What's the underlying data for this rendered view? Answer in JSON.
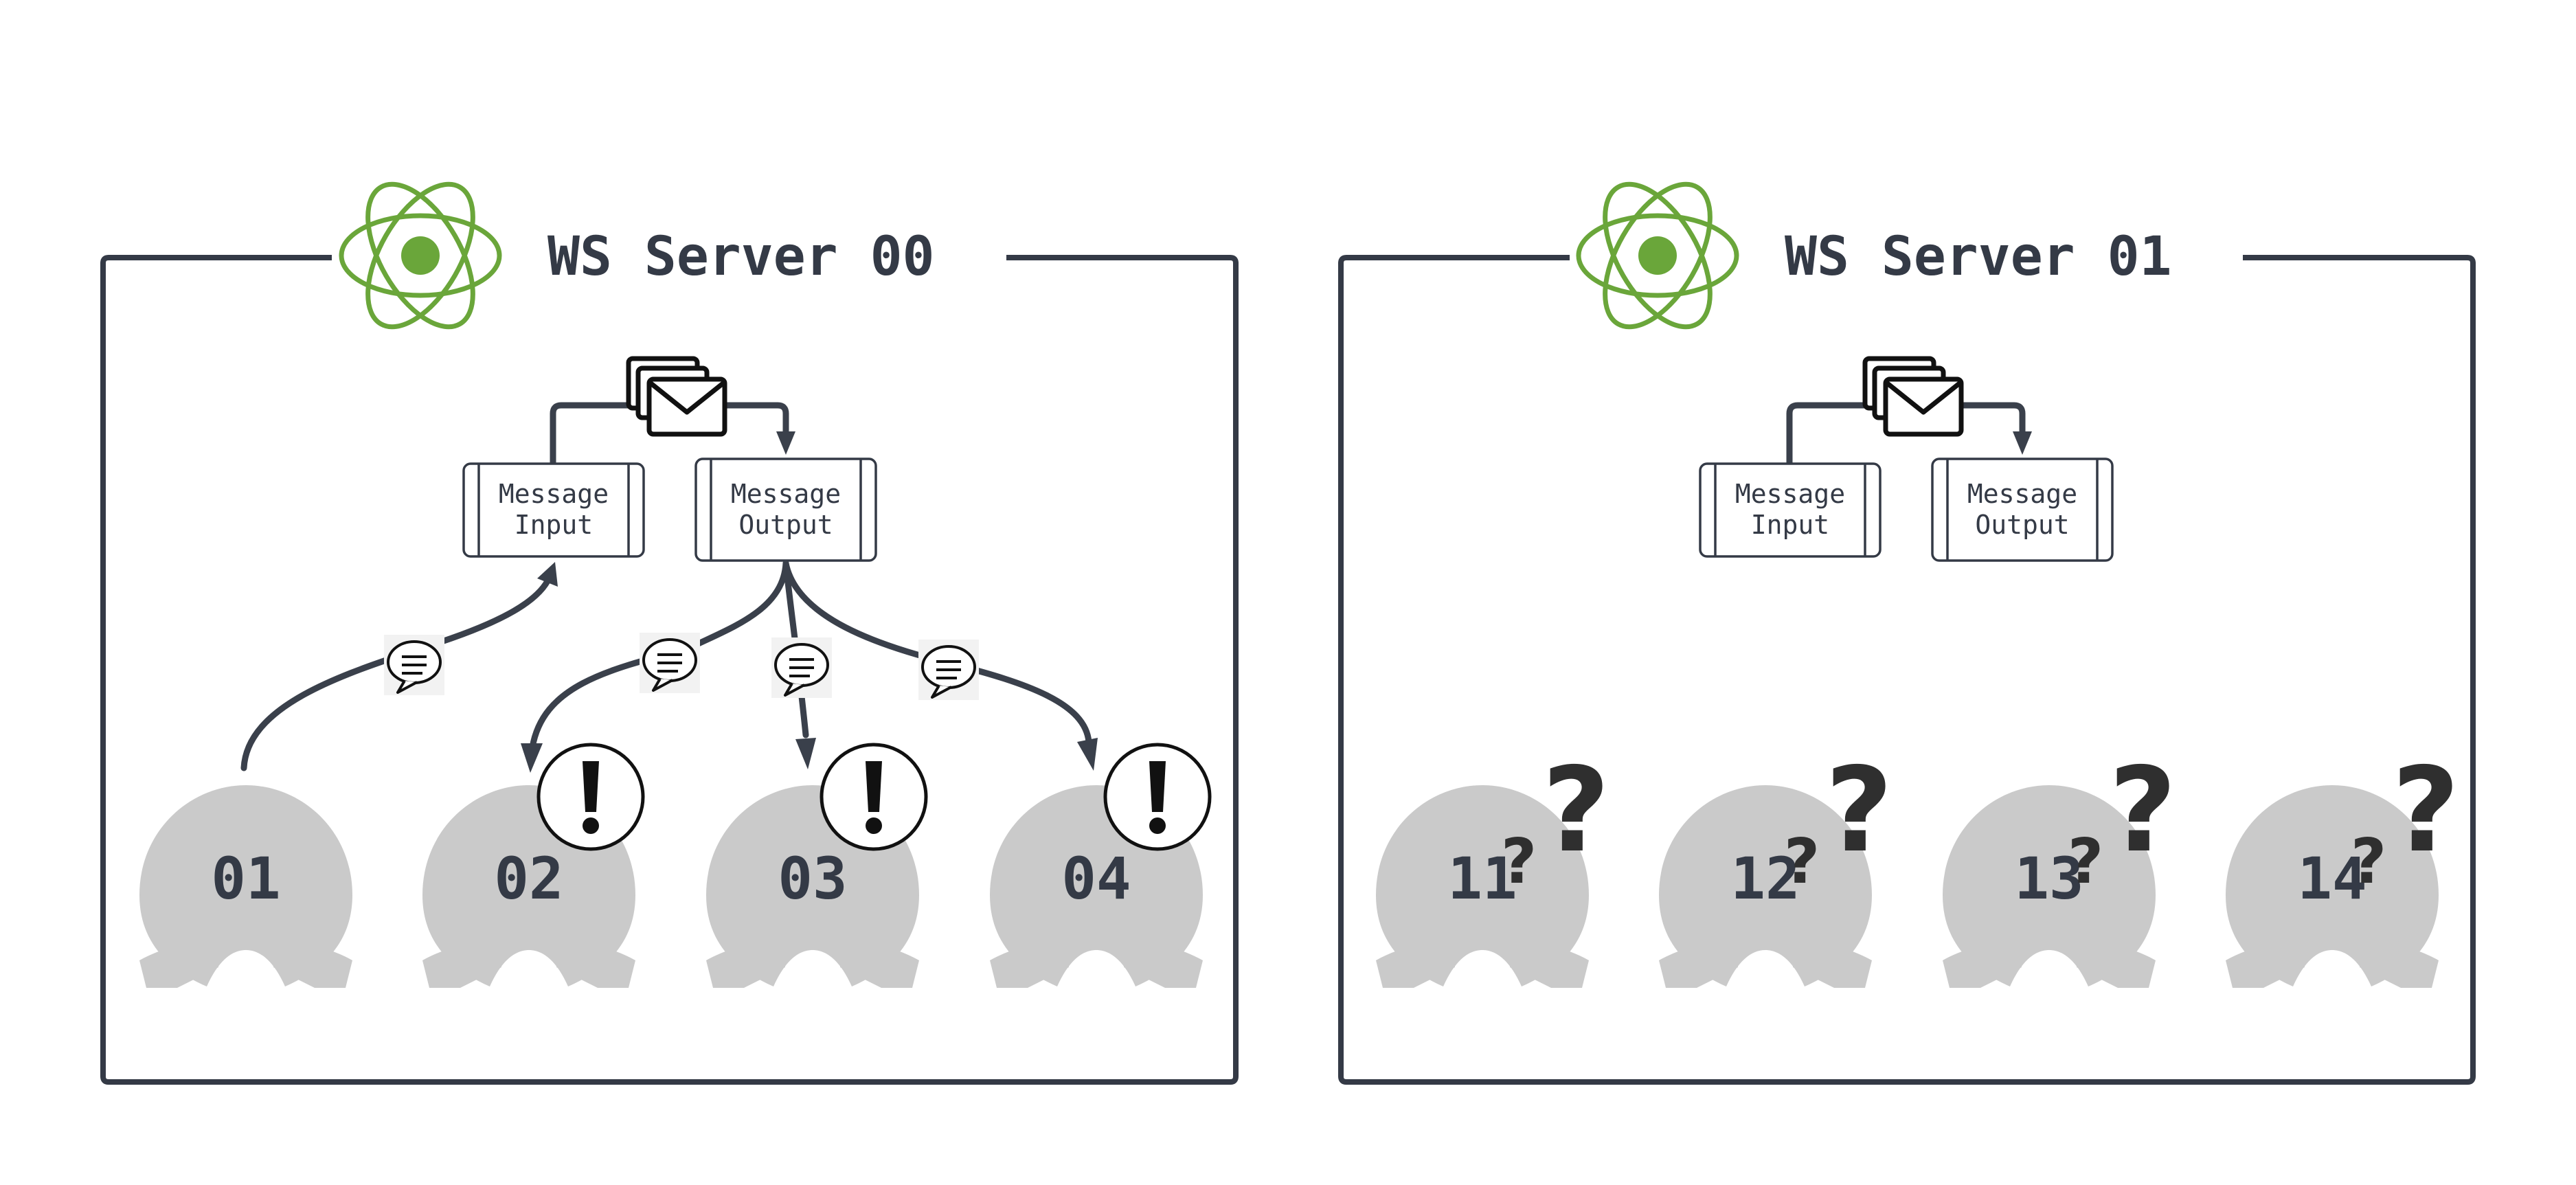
{
  "colors": {
    "frame": "#343a46",
    "avatar": "#cacaca",
    "atom": "#6aa63a",
    "icon": "#111111"
  },
  "servers": [
    {
      "title": "WS Server 00",
      "logo_icon": "atom-icon",
      "message_input_label": [
        "Message",
        "Input"
      ],
      "message_output_label": [
        "Message",
        "Output"
      ],
      "envelope_icon": "envelopes-icon",
      "clients": [
        {
          "number": "01",
          "badge": "none"
        },
        {
          "number": "02",
          "badge": "exclamation-icon"
        },
        {
          "number": "03",
          "badge": "exclamation-icon"
        },
        {
          "number": "04",
          "badge": "exclamation-icon"
        }
      ],
      "speech_icon": "speech-bubble-icon"
    },
    {
      "title": "WS Server 01",
      "logo_icon": "atom-icon",
      "message_input_label": [
        "Message",
        "Input"
      ],
      "message_output_label": [
        "Message",
        "Output"
      ],
      "envelope_icon": "envelopes-icon",
      "clients": [
        {
          "number": "11",
          "badge": "question-icon"
        },
        {
          "number": "12",
          "badge": "question-icon"
        },
        {
          "number": "13",
          "badge": "question-icon"
        },
        {
          "number": "14",
          "badge": "question-icon"
        }
      ]
    }
  ]
}
